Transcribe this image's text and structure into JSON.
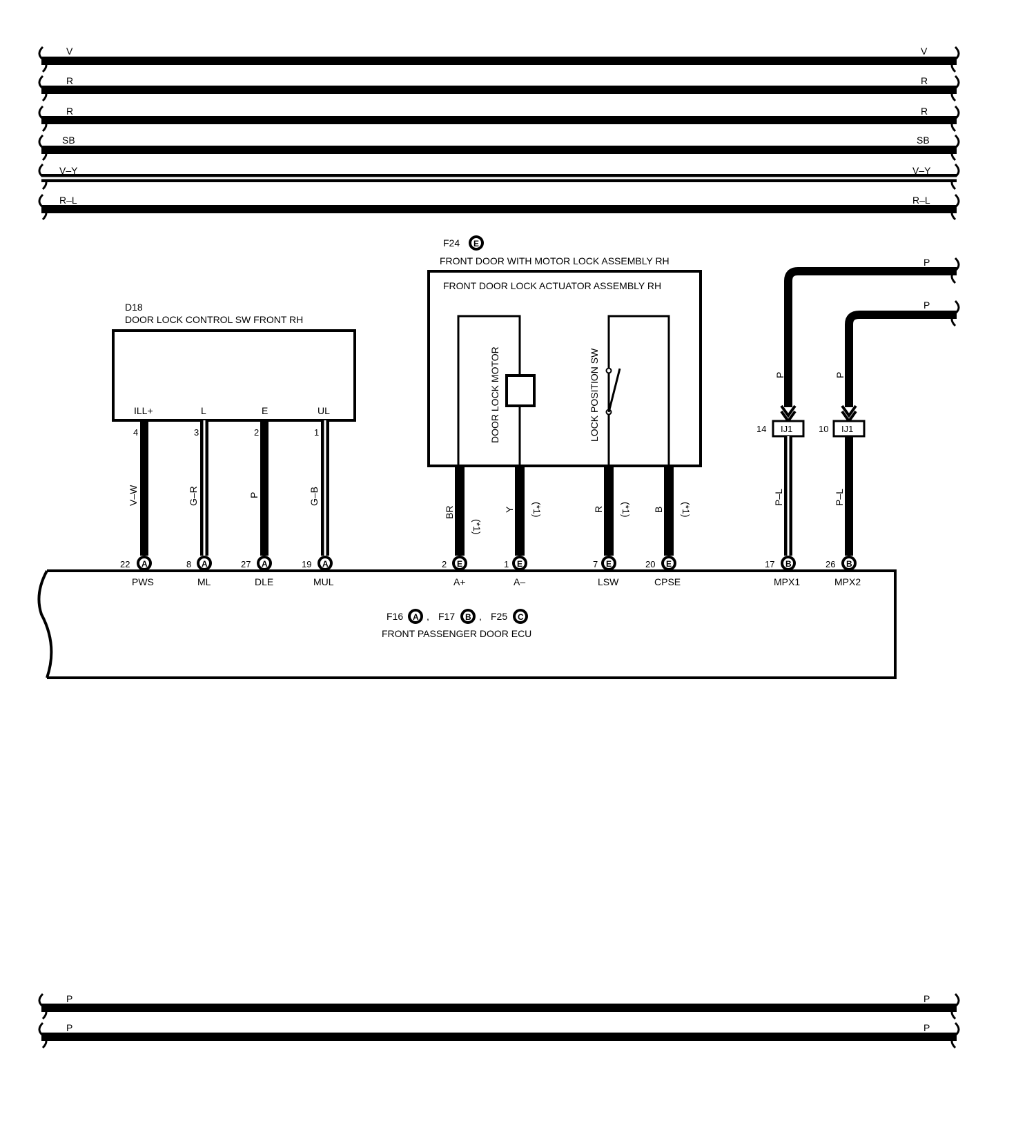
{
  "top_bus": [
    {
      "color": "V"
    },
    {
      "color": "R"
    },
    {
      "color": "R"
    },
    {
      "color": "SB"
    },
    {
      "color": "V–Y"
    },
    {
      "color": "R–L"
    }
  ],
  "bottom_bus": [
    {
      "color": "P"
    },
    {
      "color": "P"
    }
  ],
  "d18": {
    "code": "D18",
    "name": "DOOR LOCK CONTROL SW FRONT RH",
    "pins": [
      {
        "label": "ILL+",
        "num": "4",
        "wire": "V–W"
      },
      {
        "label": "L",
        "num": "3",
        "wire": "G–R"
      },
      {
        "label": "E",
        "num": "2",
        "wire": "P"
      },
      {
        "label": "UL",
        "num": "1",
        "wire": "G–B"
      }
    ]
  },
  "f24": {
    "code": "F24",
    "letter": "E",
    "name": "FRONT DOOR WITH MOTOR LOCK ASSEMBLY RH",
    "inner_name": "FRONT DOOR LOCK ACTUATOR ASSEMBLY RH",
    "motor_label": "DOOR LOCK MOTOR",
    "switch_label": "LOCK POSITION SW",
    "wires": [
      {
        "color": "BR",
        "note": "(*1)"
      },
      {
        "color": "Y",
        "note": "(*1)"
      },
      {
        "color": "R",
        "note": "(*1)"
      },
      {
        "color": "B",
        "note": "(*1)"
      }
    ]
  },
  "junctions": [
    {
      "pin": "14",
      "label": "IJ1",
      "top_wire": "P",
      "side_wire": "P",
      "bottom_wire": "P–L"
    },
    {
      "pin": "10",
      "label": "IJ1",
      "top_wire": "P",
      "side_wire": "P",
      "bottom_wire": "P–L"
    }
  ],
  "ecu": {
    "connectors": [
      {
        "code": "F16",
        "letter": "A"
      },
      {
        "code": "F17",
        "letter": "B"
      },
      {
        "code": "F25",
        "letter": "C"
      }
    ],
    "name": "FRONT PASSENGER DOOR ECU",
    "terminals": [
      {
        "num": "22",
        "conn": "A",
        "name": "PWS"
      },
      {
        "num": "8",
        "conn": "A",
        "name": "ML"
      },
      {
        "num": "27",
        "conn": "A",
        "name": "DLE"
      },
      {
        "num": "19",
        "conn": "A",
        "name": "MUL"
      },
      {
        "num": "2",
        "conn": "E",
        "name": "A+"
      },
      {
        "num": "1",
        "conn": "E",
        "name": "A–"
      },
      {
        "num": "7",
        "conn": "E",
        "name": "LSW"
      },
      {
        "num": "20",
        "conn": "E",
        "name": "CPSE"
      },
      {
        "num": "17",
        "conn": "B",
        "name": "MPX1"
      },
      {
        "num": "26",
        "conn": "B",
        "name": "MPX2"
      }
    ]
  },
  "separators": {
    "comma": ","
  }
}
